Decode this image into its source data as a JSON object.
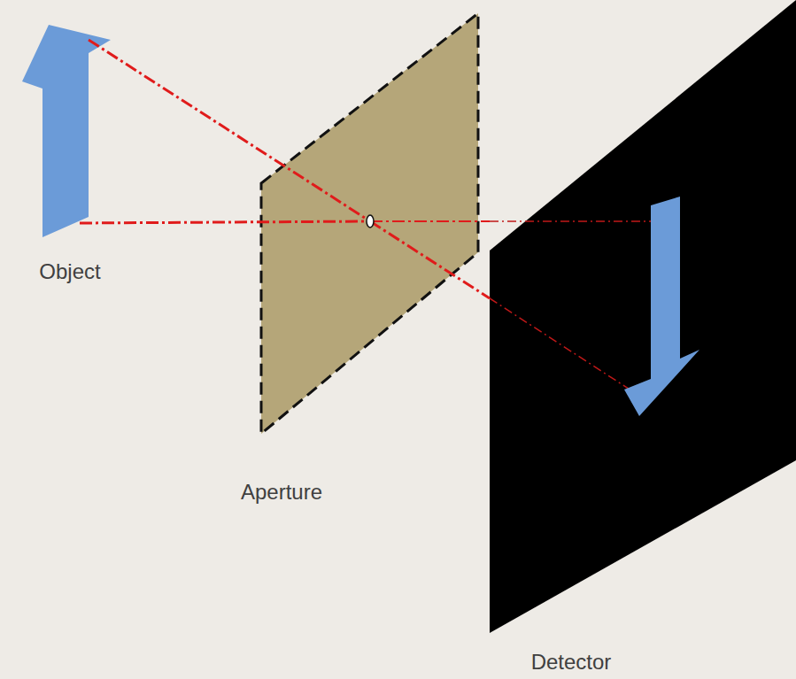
{
  "diagram": {
    "labels": [
      "Object",
      "Aperture",
      "Detector"
    ]
  }
}
